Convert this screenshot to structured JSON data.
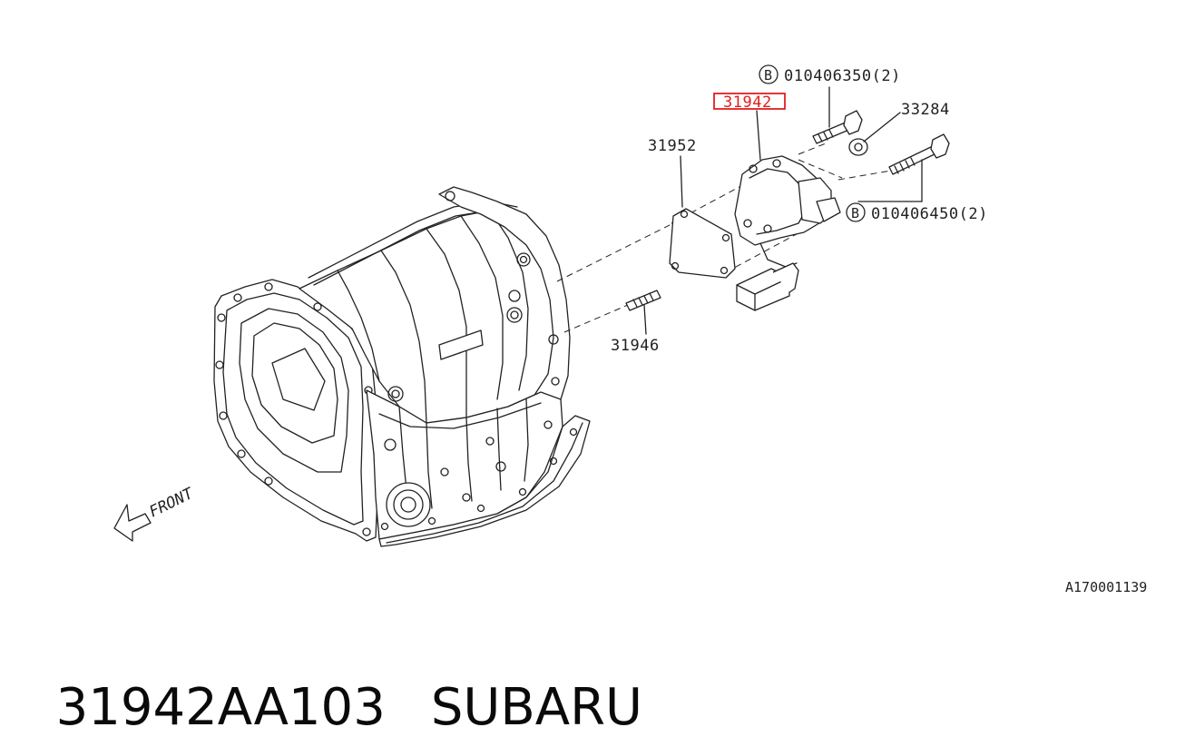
{
  "diagram": {
    "parts": {
      "highlighted": "31942",
      "gasket": "31952",
      "stud": "31946",
      "washer": "33284",
      "bolt_upper": {
        "badge": "B",
        "number": "010406350(2)"
      },
      "bolt_lower": {
        "badge": "B",
        "number": "010406450(2)"
      }
    },
    "front_label": "FRONT",
    "reference": "A170001139"
  },
  "caption": {
    "part_number": "31942AA103",
    "brand": "SUBARU"
  },
  "colors": {
    "highlight": "#e02020",
    "ink": "#222222"
  }
}
